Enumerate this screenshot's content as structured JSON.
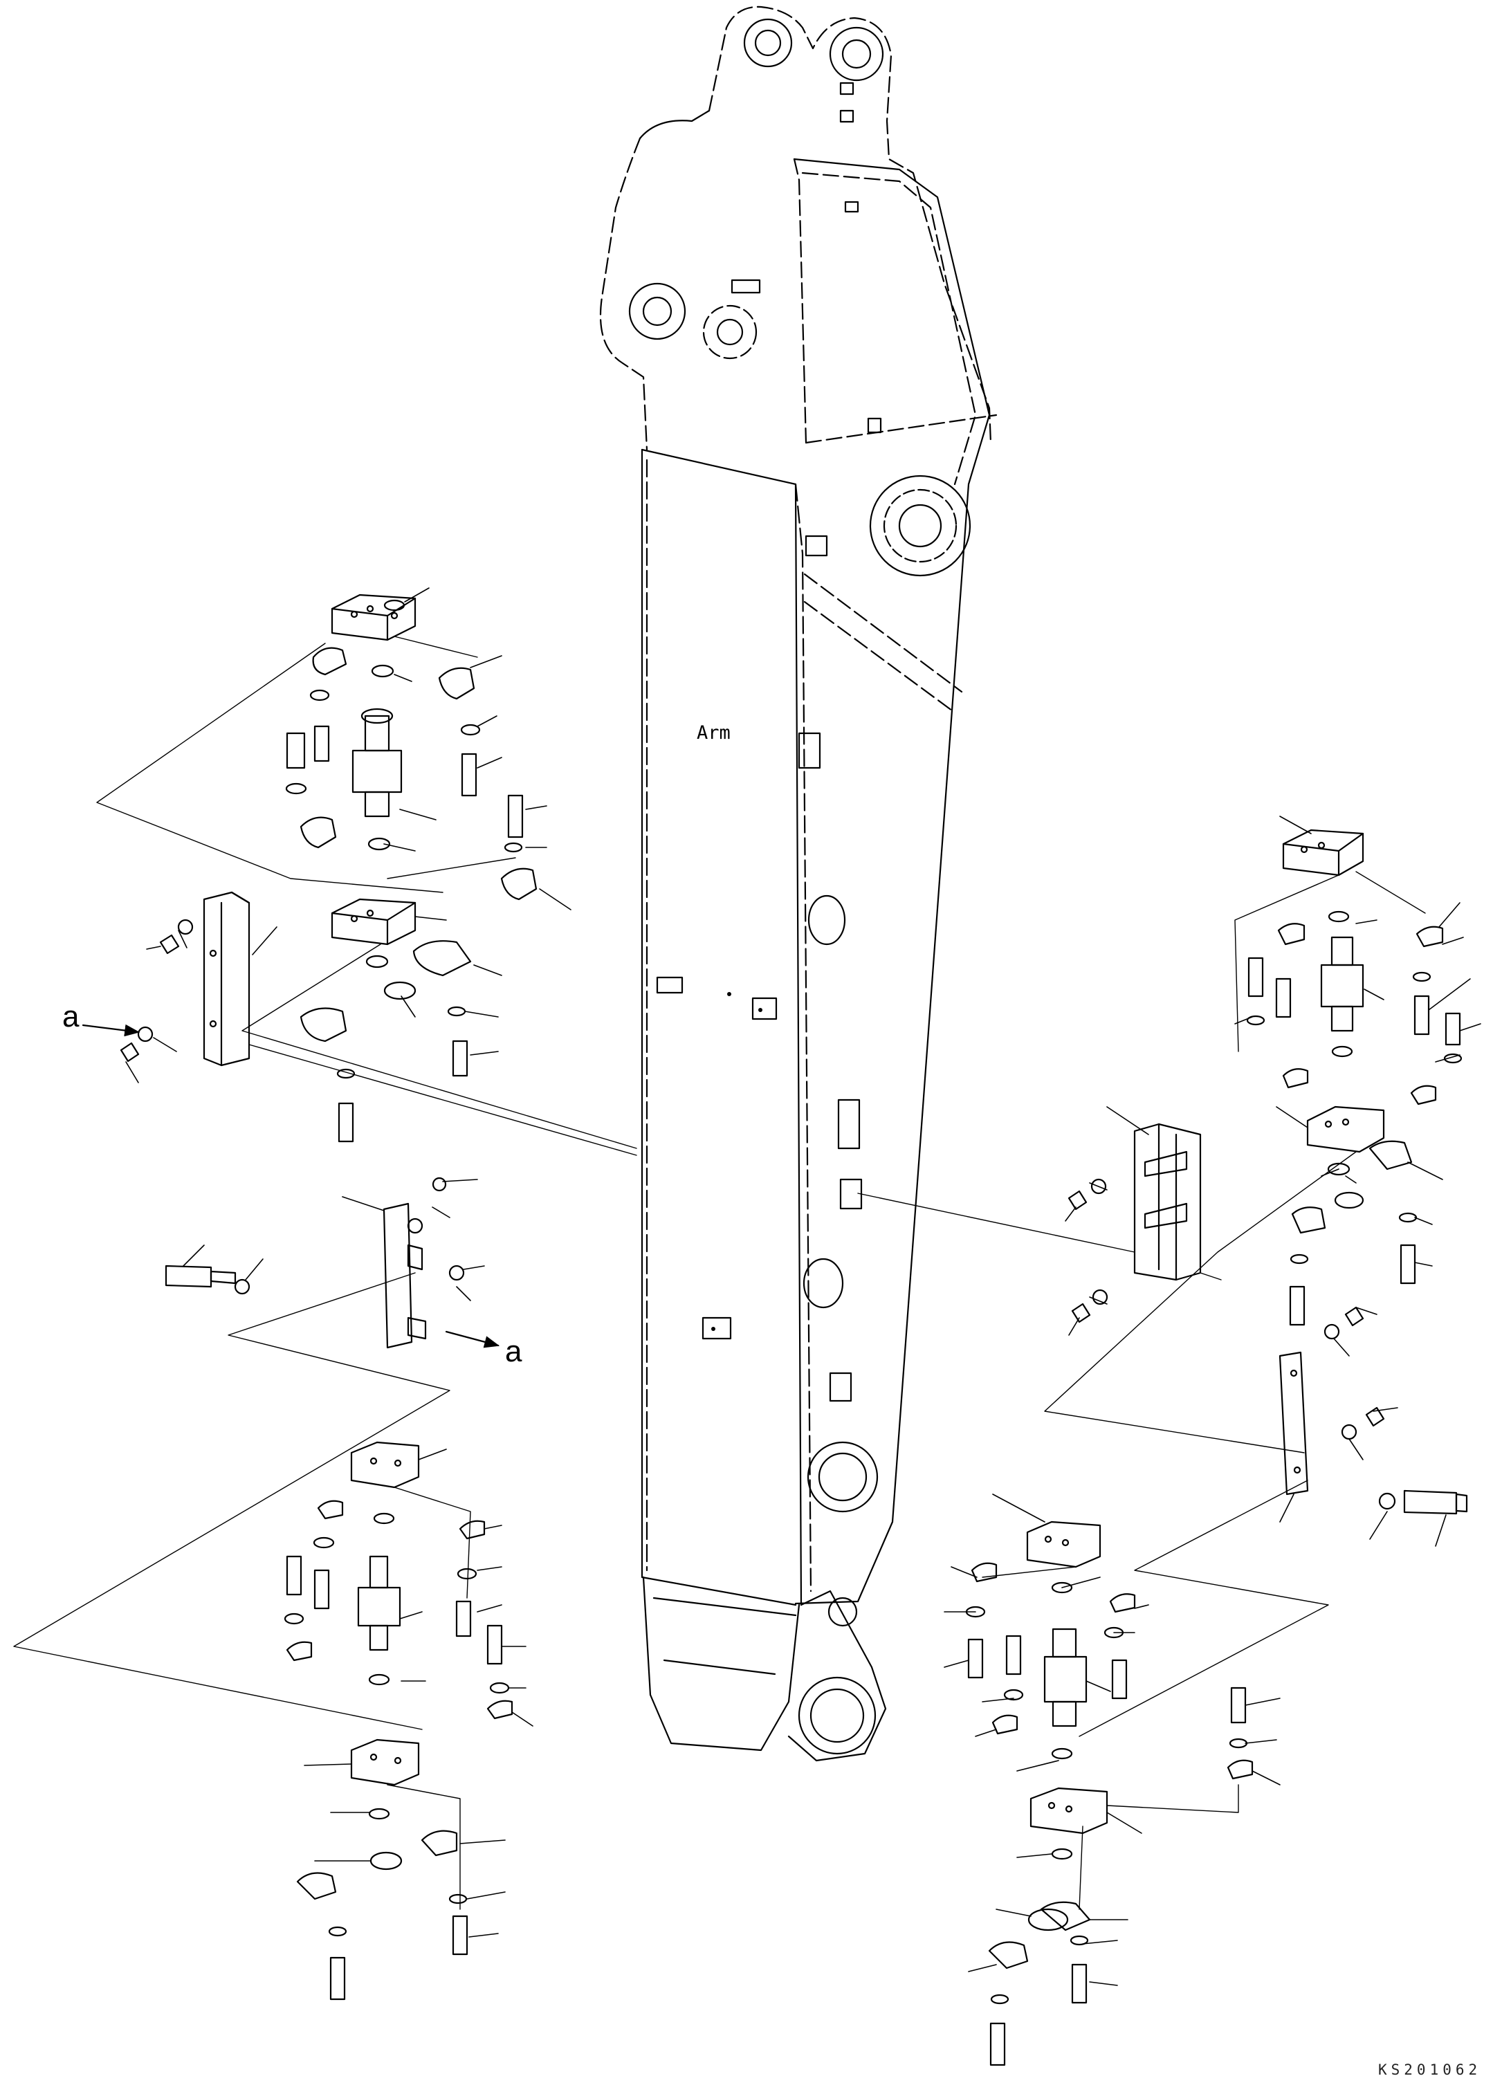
{
  "labels": {
    "arm": "Arm",
    "view_marker_left": "a",
    "view_marker_right": "a",
    "drawing_code": "KS201062"
  },
  "colors": {
    "stroke": "#000000",
    "fill": "#ffffff",
    "shade": "#e6e6e6"
  }
}
